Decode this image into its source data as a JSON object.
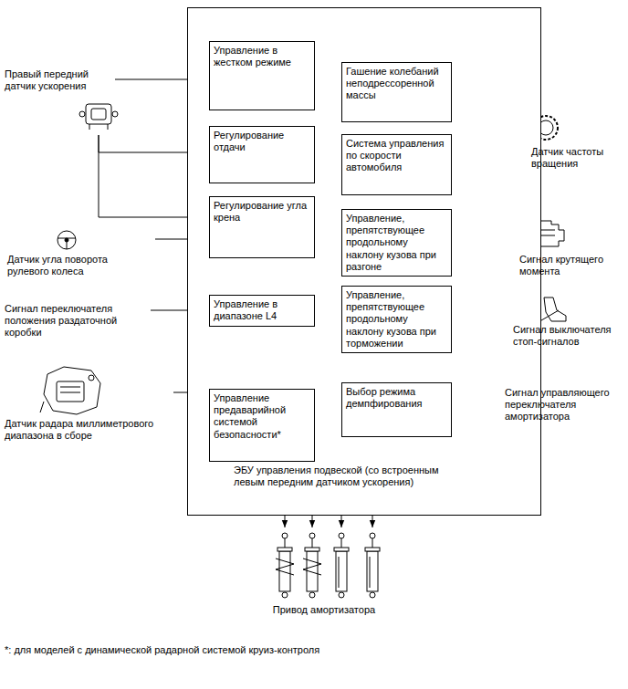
{
  "diagram": {
    "nodes": [
      {
        "text": [
          "ЭБУ управления подвеской (со встроенным левым передним датчиком ускорения)"
        ]
      },
      {
        "text": [
          "Управление в жестком режиме"
        ],
        "in": 0
      },
      {
        "text": [
          "Гашение колебаний неподрессоренной массы"
        ],
        "in": 0
      },
      {
        "text": [
          "Регулирование отдачи"
        ],
        "in": 0
      },
      {
        "text": [
          "Система управления по скорости автомобиля"
        ],
        "in": 0
      },
      {
        "text": [
          "Регулирование угла крена"
        ],
        "in": 0
      },
      {
        "text": [
          "Управление, препятствующее продольному наклону кузова при разгоне"
        ],
        "in": 0
      },
      {
        "text": [
          "Управление в диапазоне L4"
        ],
        "in": 0
      },
      {
        "text": [
          "Управление, препятствующее продольному наклону кузова при торможении"
        ],
        "in": 0
      },
      {
        "text": [
          "Управление предаварийной системой безопасности*"
        ],
        "in": 0
      },
      {
        "text": [
          "Выбор режима демпфирования"
        ],
        "in": 0
      },
      {
        "text": [
          "Правый передний датчик ускорения"
        ]
      },
      {
        "text": [
          "Датчик частоты вращения"
        ]
      },
      {
        "text": [
          "Датчик угла поворота рулевого колеса"
        ]
      },
      {
        "text": [
          "Сигнал крутящего момента"
        ]
      },
      {
        "text": [
          "Сигнал переключателя положения раздаточной коробки"
        ]
      },
      {
        "text": [
          "Сигнал выключателя стоп-сигналов"
        ]
      },
      {
        "text": [
          "Датчик радара миллиметрового диапазона в сборе"
        ]
      },
      {
        "text": [
          "Сигнал управляющего переключателя амортизатора"
        ]
      },
      {
        "text": [
          "Привод амортизатора"
        ]
      }
    ],
    "edges": [
      {
        "from": 11,
        "to": 1,
        "arrow": "to"
      },
      {
        "from": 11,
        "to": 3,
        "arrow": "to"
      },
      {
        "from": 11,
        "to": 5,
        "arrow": "to"
      },
      {
        "from": 12,
        "to": 2,
        "arrow": "to"
      },
      {
        "from": 12,
        "to": 4,
        "arrow": "to"
      },
      {
        "from": 13,
        "to": 5,
        "arrow": "to"
      },
      {
        "from": 14,
        "to": 6,
        "arrow": "to"
      },
      {
        "from": 15,
        "to": 7,
        "arrow": "to"
      },
      {
        "from": 16,
        "to": 8,
        "arrow": "to"
      },
      {
        "from": 17,
        "to": 9,
        "arrow": "to"
      },
      {
        "from": 18,
        "to": 10,
        "arrow": "to"
      },
      {
        "from": 0,
        "to": 19,
        "arrow": "to"
      },
      {
        "from": 0,
        "to": 19,
        "arrow": "to"
      },
      {
        "from": 0,
        "to": 19,
        "arrow": "to"
      },
      {
        "from": 0,
        "to": 19,
        "arrow": "to"
      }
    ],
    "labels": [
      "*: для моделей с динамической радарной системой круиз-контроля"
    ]
  }
}
